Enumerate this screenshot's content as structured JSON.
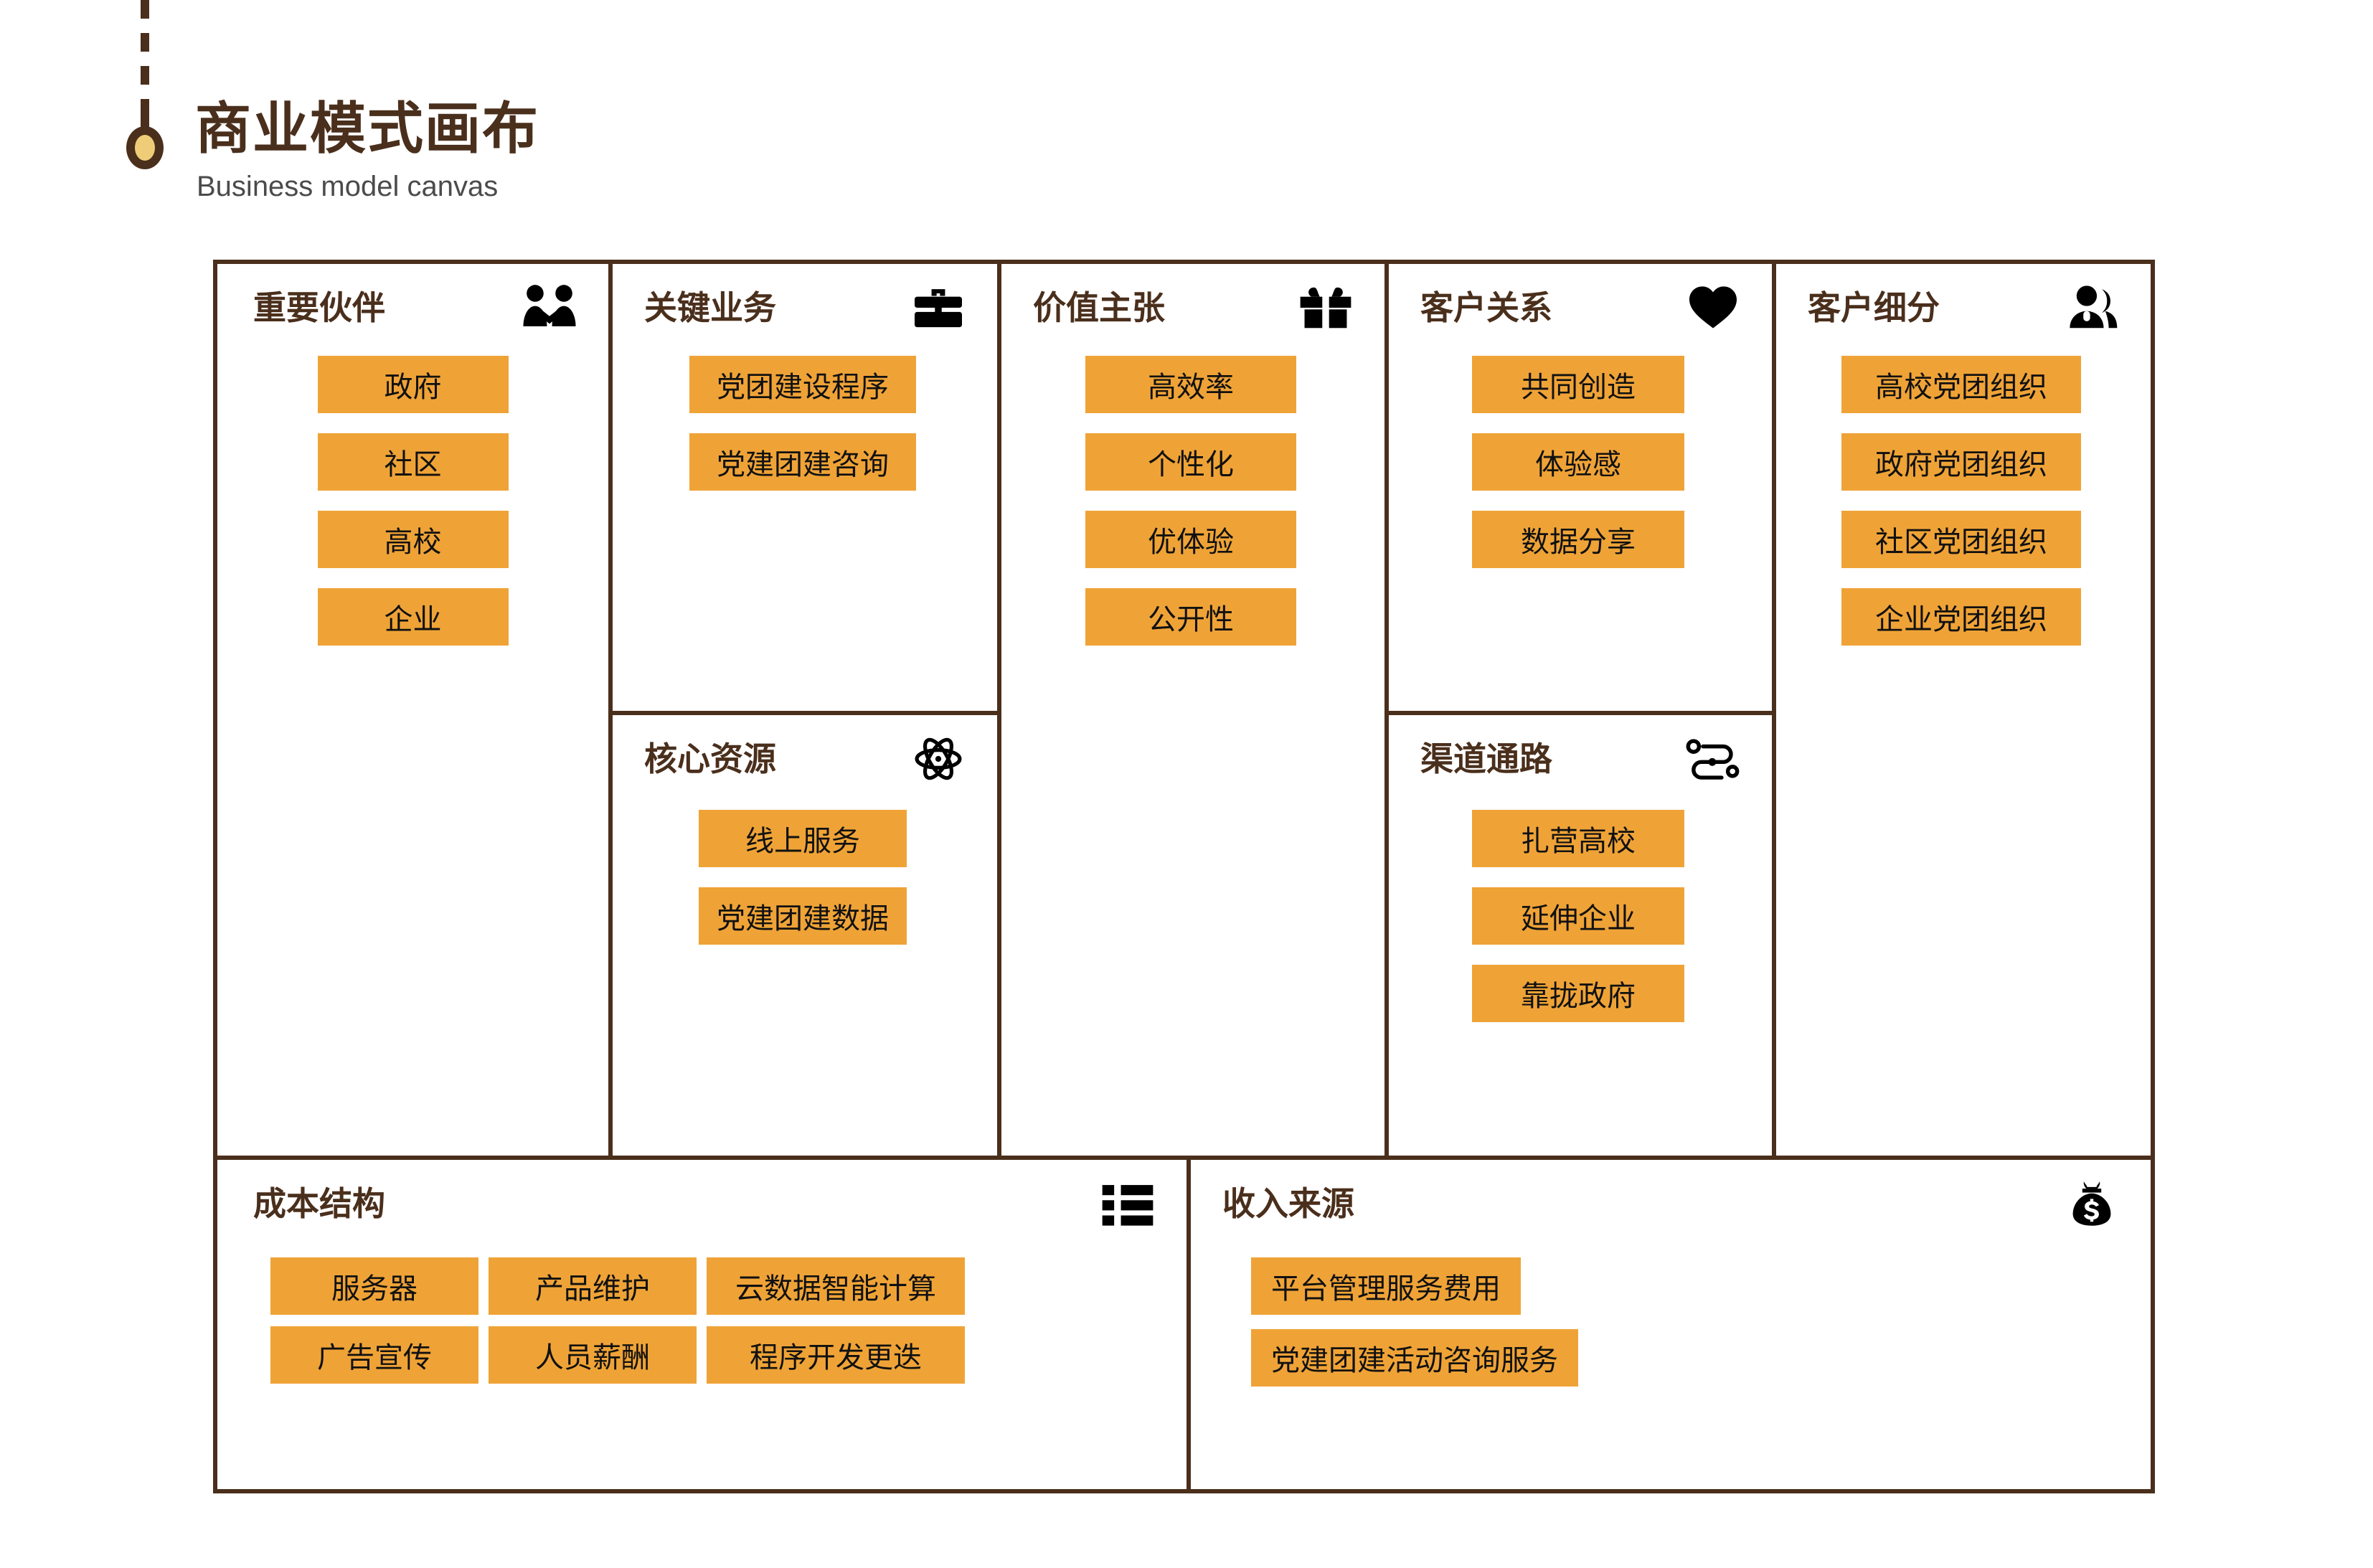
{
  "header": {
    "title_cn": "商业模式画布",
    "title_en": "Business model canvas",
    "pin_icon": "pin-icon"
  },
  "colors": {
    "note": "#efa337",
    "border": "#4a2f1c",
    "title": "#4a2f1c",
    "subtitle": "#4b4b4b",
    "icon": "#000000",
    "pin_bulb": "#efcd78"
  },
  "canvas": {
    "sections": [
      {
        "id": "key-partners",
        "title": "重要伙伴",
        "icon": "two-people-partners-icon",
        "items": [
          "政府",
          "社区",
          "高校",
          "企业"
        ]
      },
      {
        "id": "key-activities",
        "title": "关键业务",
        "icon": "briefcase-icon",
        "items": [
          "党团建设程序",
          "党建团建咨询"
        ]
      },
      {
        "id": "key-resources",
        "title": "核心资源",
        "icon": "atom-icon",
        "items": [
          "线上服务",
          "党建团建数据"
        ]
      },
      {
        "id": "value-propositions",
        "title": "价值主张",
        "icon": "gift-icon",
        "items": [
          "高效率",
          "个性化",
          "优体验",
          "公开性"
        ]
      },
      {
        "id": "customer-relationships",
        "title": "客户关系",
        "icon": "heart-icon",
        "items": [
          "共同创造",
          "体验感",
          "数据分享"
        ]
      },
      {
        "id": "channels",
        "title": "渠道通路",
        "icon": "route-network-icon",
        "items": [
          "扎营高校",
          "延伸企业",
          "靠拢政府"
        ]
      },
      {
        "id": "customer-segments",
        "title": "客户细分",
        "icon": "people-group-icon",
        "items": [
          "高校党团组织",
          "政府党团组织",
          "社区党团组织",
          "企业党团组织"
        ]
      },
      {
        "id": "cost-structure",
        "title": "成本结构",
        "icon": "list-blocks-icon",
        "items": [
          "服务器",
          "产品维护",
          "云数据智能计算",
          "广告宣传",
          "人员薪酬",
          "程序开发更迭"
        ]
      },
      {
        "id": "revenue-streams",
        "title": "收入来源",
        "icon": "money-bag-icon",
        "items": [
          "平台管理服务费用",
          "党建团建活动咨询服务"
        ]
      }
    ]
  }
}
